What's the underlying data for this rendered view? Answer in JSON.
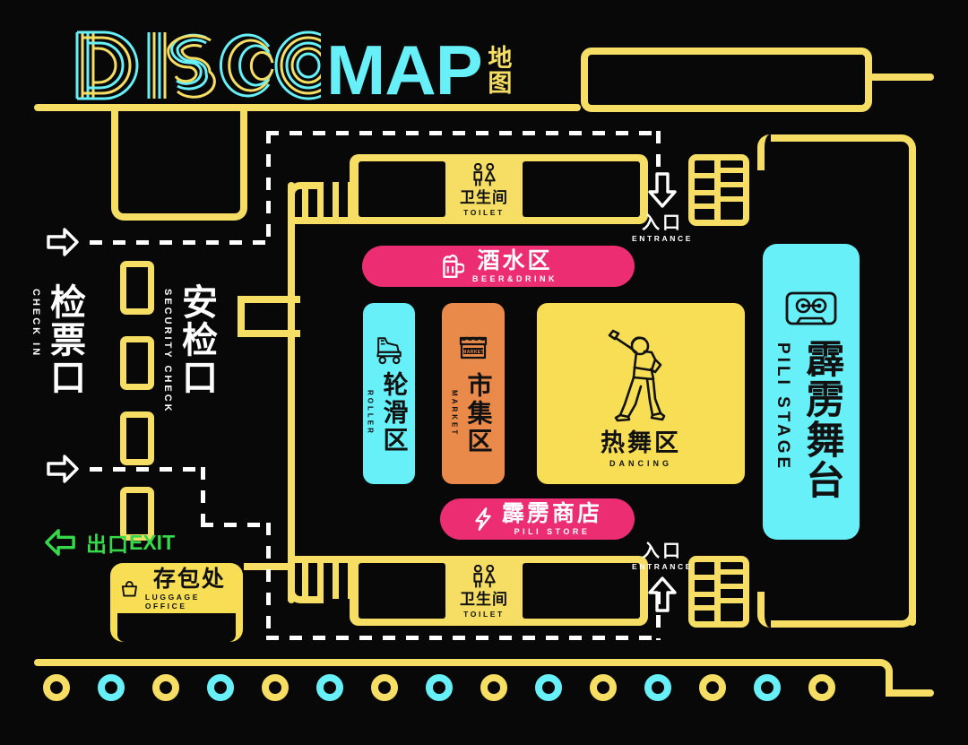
{
  "title": {
    "disco": "DISCO",
    "map": "MAP",
    "cn": "地图"
  },
  "palette": {
    "background": "#080808",
    "yellow": "#F5DE63",
    "card_yellow": "#F7DE55",
    "cyan": "#67F0F8",
    "orange": "#E98A4B",
    "pink": "#ED2D72",
    "green": "#35D94A",
    "white": "#FFFFFF",
    "ink": "#111111"
  },
  "left_labels": {
    "check_in": {
      "cn": "检票口",
      "en": "CHECK IN"
    },
    "security": {
      "cn": "安检口",
      "en": "SECURITY CHECK"
    },
    "exit": {
      "cn": "出口",
      "en": "EXIT",
      "icon": "arrow-left-icon"
    },
    "arrow_top": "arrow-right-icon",
    "arrow_bottom": "arrow-right-icon"
  },
  "luggage": {
    "cn": "存包处",
    "en": "LUGGAGE OFFICE",
    "icon": "handbag-icon"
  },
  "entrances": [
    {
      "id": "entrance-top",
      "cn": "入口",
      "en": "ENTRANCE",
      "icon": "arrow-down-icon"
    },
    {
      "id": "entrance-bottom",
      "cn": "入口",
      "en": "ENTRANCE",
      "icon": "arrow-up-icon"
    }
  ],
  "toilets": [
    {
      "id": "toilet-top",
      "cn": "卫生间",
      "en": "TOILET",
      "icon": "restroom-icon"
    },
    {
      "id": "toilet-bottom",
      "cn": "卫生间",
      "en": "TOILET",
      "icon": "restroom-icon"
    }
  ],
  "bars": [
    {
      "id": "beer-drink",
      "cn": "酒水区",
      "en": "BEER&DRINK",
      "icon": "beer-mug-icon",
      "color": "#ED2D72"
    },
    {
      "id": "pili-store",
      "cn": "霹雳商店",
      "en": "PILI STORE",
      "icon": "lightning-bolt-icon",
      "color": "#ED2D72"
    }
  ],
  "zones": [
    {
      "id": "roller",
      "cn": "轮滑区",
      "en": "ROLLER",
      "icon": "roller-skate-icon",
      "color": "#67F0F8"
    },
    {
      "id": "market",
      "cn": "市集区",
      "en": "MARKET",
      "icon": "market-stall-icon",
      "color": "#E98A4B"
    },
    {
      "id": "dancing",
      "cn": "热舞区",
      "en": "DANCING",
      "icon": "disco-dancer-icon",
      "color": "#F7DE55"
    },
    {
      "id": "pili-stage",
      "cn": "霹雳舞台",
      "en": "PILI STAGE",
      "icon": "cassette-tape-icon",
      "color": "#67F0F8"
    }
  ],
  "footer_dots": {
    "count": 15,
    "colors": [
      "#F5DE63",
      "#67F0F8",
      "#F5DE63",
      "#67F0F8",
      "#F5DE63",
      "#67F0F8",
      "#F5DE63",
      "#67F0F8",
      "#F5DE63",
      "#67F0F8",
      "#F5DE63",
      "#67F0F8",
      "#F5DE63",
      "#67F0F8",
      "#F5DE63"
    ]
  }
}
